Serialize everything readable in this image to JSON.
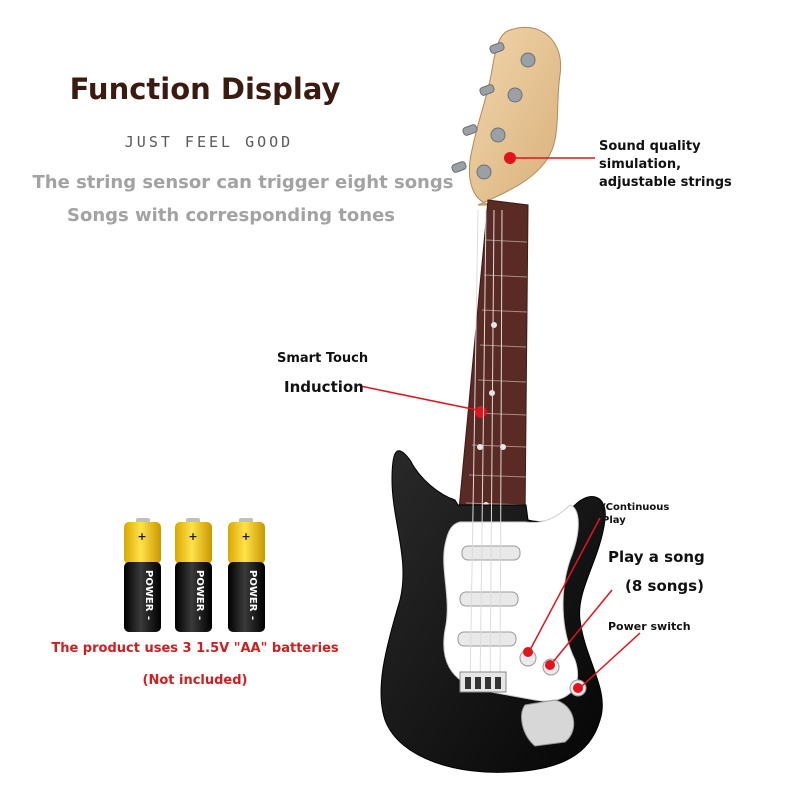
{
  "heading": {
    "title": "Function Display",
    "tagline": "JUST FEEL GOOD",
    "desc1": "The string sensor can trigger eight songs",
    "desc2": "Songs with corresponding tones"
  },
  "callouts": {
    "sound_quality": "Sound quality simulation, adjustable strings",
    "smart_touch_1": "Smart Touch",
    "smart_touch_2": "Induction",
    "continuous_play": "/Continuous Play",
    "play_song": "Play a song",
    "play_song_count": "(8 songs)",
    "power_switch": "Power switch"
  },
  "batteries": {
    "label": "POWER",
    "plus": "+",
    "minus": "-",
    "note": "The product uses 3 1.5V \"AA\" batteries",
    "note2": "(Not included)"
  },
  "colors": {
    "title": "#3b1a10",
    "accent_red": "#cc1f1f",
    "guitar_body": "#111111",
    "pickguard": "#ffffff",
    "neck_wood": "#e8c89a",
    "fretboard": "#5a2a24",
    "battery_top": "#f2c500"
  }
}
